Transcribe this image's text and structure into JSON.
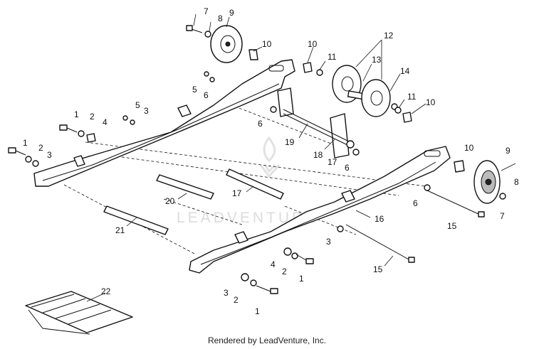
{
  "watermark": {
    "brand": "LEADVENTURE"
  },
  "footer": {
    "text": "Rendered by LeadVenture, Inc."
  },
  "callouts": [
    {
      "id": "c7a",
      "text": "7"
    },
    {
      "id": "c8a",
      "text": "8"
    },
    {
      "id": "c9a",
      "text": "9"
    },
    {
      "id": "c10a",
      "text": "10"
    },
    {
      "id": "c10b",
      "text": "10"
    },
    {
      "id": "c11a",
      "text": "11"
    },
    {
      "id": "c12",
      "text": "12"
    },
    {
      "id": "c13",
      "text": "13"
    },
    {
      "id": "c14",
      "text": "14"
    },
    {
      "id": "c5a",
      "text": "5"
    },
    {
      "id": "c6a",
      "text": "6"
    },
    {
      "id": "c1a",
      "text": "1"
    },
    {
      "id": "c2a",
      "text": "2"
    },
    {
      "id": "c4a",
      "text": "4"
    },
    {
      "id": "c5b",
      "text": "5"
    },
    {
      "id": "c3a",
      "text": "3"
    },
    {
      "id": "c11b",
      "text": "11"
    },
    {
      "id": "c10c",
      "text": "10"
    },
    {
      "id": "c6b",
      "text": "6"
    },
    {
      "id": "c19",
      "text": "19"
    },
    {
      "id": "c1b",
      "text": "1"
    },
    {
      "id": "c2b",
      "text": "2"
    },
    {
      "id": "c3b",
      "text": "3"
    },
    {
      "id": "c18",
      "text": "18"
    },
    {
      "id": "c17a",
      "text": "17"
    },
    {
      "id": "c6c",
      "text": "6"
    },
    {
      "id": "c10d",
      "text": "10"
    },
    {
      "id": "c9b",
      "text": "9"
    },
    {
      "id": "c20",
      "text": "20"
    },
    {
      "id": "c17b",
      "text": "17"
    },
    {
      "id": "c8b",
      "text": "8"
    },
    {
      "id": "c6d",
      "text": "6"
    },
    {
      "id": "c7b",
      "text": "7"
    },
    {
      "id": "c16",
      "text": "16"
    },
    {
      "id": "c15a",
      "text": "15"
    },
    {
      "id": "c21",
      "text": "21"
    },
    {
      "id": "c3c",
      "text": "3"
    },
    {
      "id": "c4b",
      "text": "4"
    },
    {
      "id": "c2c",
      "text": "2"
    },
    {
      "id": "c1c",
      "text": "1"
    },
    {
      "id": "c15b",
      "text": "15"
    },
    {
      "id": "c22",
      "text": "22"
    },
    {
      "id": "c3d",
      "text": "3"
    },
    {
      "id": "c2d",
      "text": "2"
    },
    {
      "id": "c1d",
      "text": "1"
    }
  ]
}
